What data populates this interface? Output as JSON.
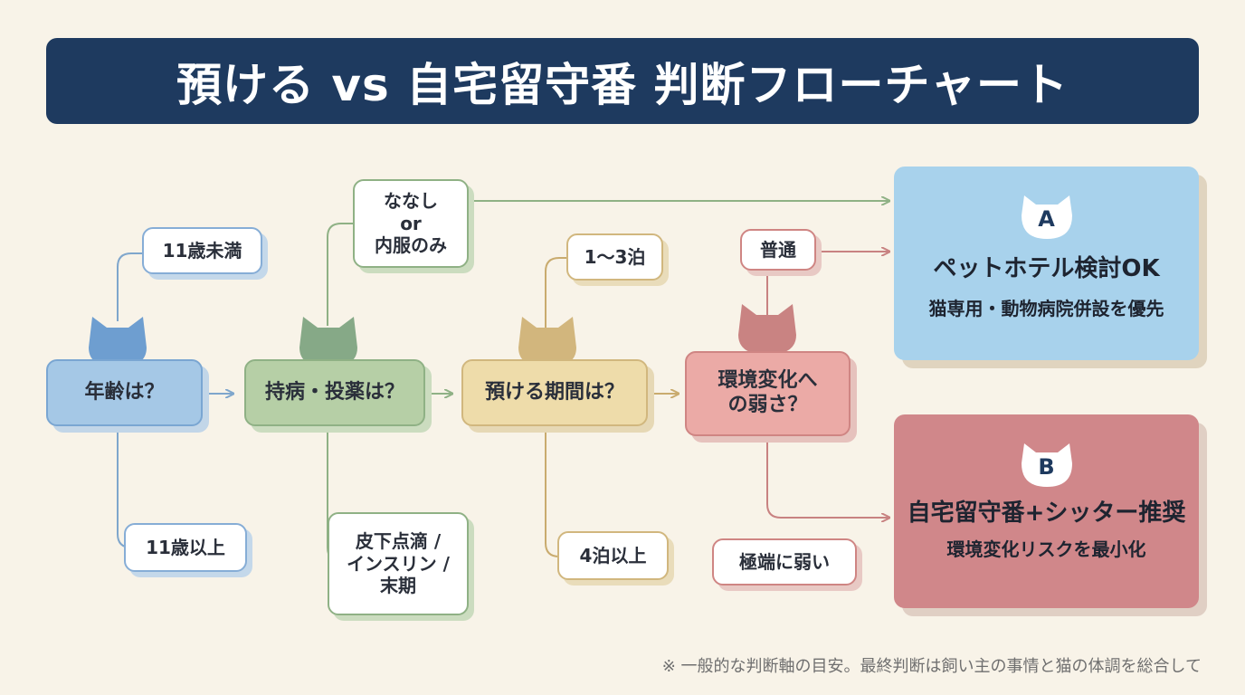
{
  "title": "預ける vs 自宅留守番 判断フローチャート",
  "colors": {
    "header": "#1e3a5f",
    "age": "#a5c8e6",
    "illness": "#b6cfa6",
    "period": "#eedcaa",
    "sensitivity": "#ebaaa6",
    "result_a": "#a8d2ec",
    "result_b": "#d0878a",
    "background": "#f8f3e8"
  },
  "questions": {
    "age": "年齢は？",
    "illness": "持病・投薬は？",
    "period": "預ける期間は？",
    "sensitivity_l1": "環境変化へ",
    "sensitivity_l2": "の弱さ？"
  },
  "answers": {
    "age_young": "11歳未満",
    "age_old": "11歳以上",
    "illness_none_l1": "ななし",
    "illness_none_l2": "or",
    "illness_none_l3": "内服のみ",
    "illness_heavy_l1": "皮下点滴 /",
    "illness_heavy_l2": "インスリン /",
    "illness_heavy_l3": "末期",
    "period_short": "1〜3泊",
    "period_long": "4泊以上",
    "sens_normal": "普通",
    "sens_weak": "極端に弱い"
  },
  "results": {
    "a": {
      "badge": "A",
      "title": "ペットホテル検討OK",
      "subtitle": "猫専用・動物病院併設を優先"
    },
    "b": {
      "badge": "B",
      "title": "自宅留守番+シッター推奨",
      "subtitle": "環境変化リスクを最小化"
    }
  },
  "footnote": "※ 一般的な判断軸の目安。最終判断は飼い主の事情と猫の体調を総合して",
  "icons": [
    "cat-head-icon"
  ]
}
